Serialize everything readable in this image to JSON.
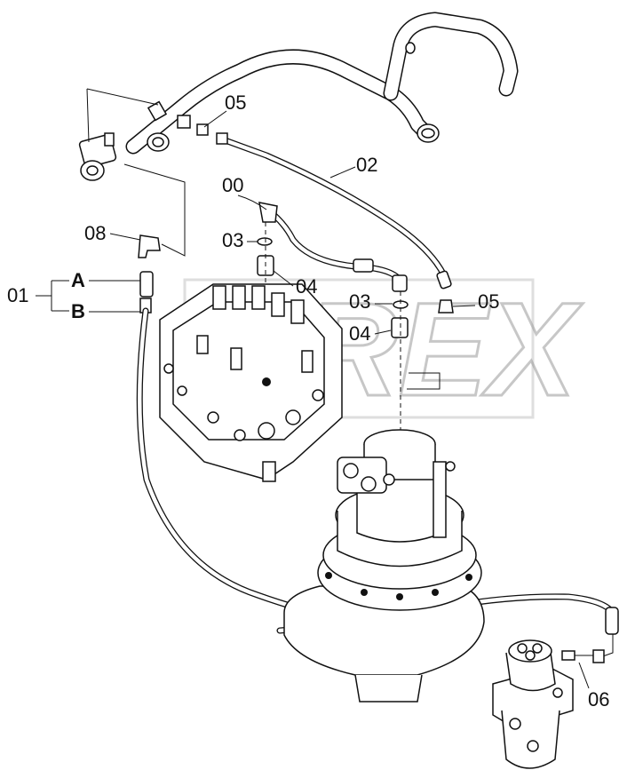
{
  "watermark": "DREX",
  "callouts": {
    "c00": "00",
    "c01": "01",
    "c02": "02",
    "c03_upper": "03",
    "c03_lower": "03",
    "c04_upper": "04",
    "c04_lower": "04",
    "c05_upper": "05",
    "c05_lower": "05",
    "c06": "06",
    "c08": "08",
    "port_a": "A",
    "port_b": "B"
  },
  "colors": {
    "ink": "#111111",
    "watermark": "#9a9a9a",
    "background": "#ffffff"
  }
}
